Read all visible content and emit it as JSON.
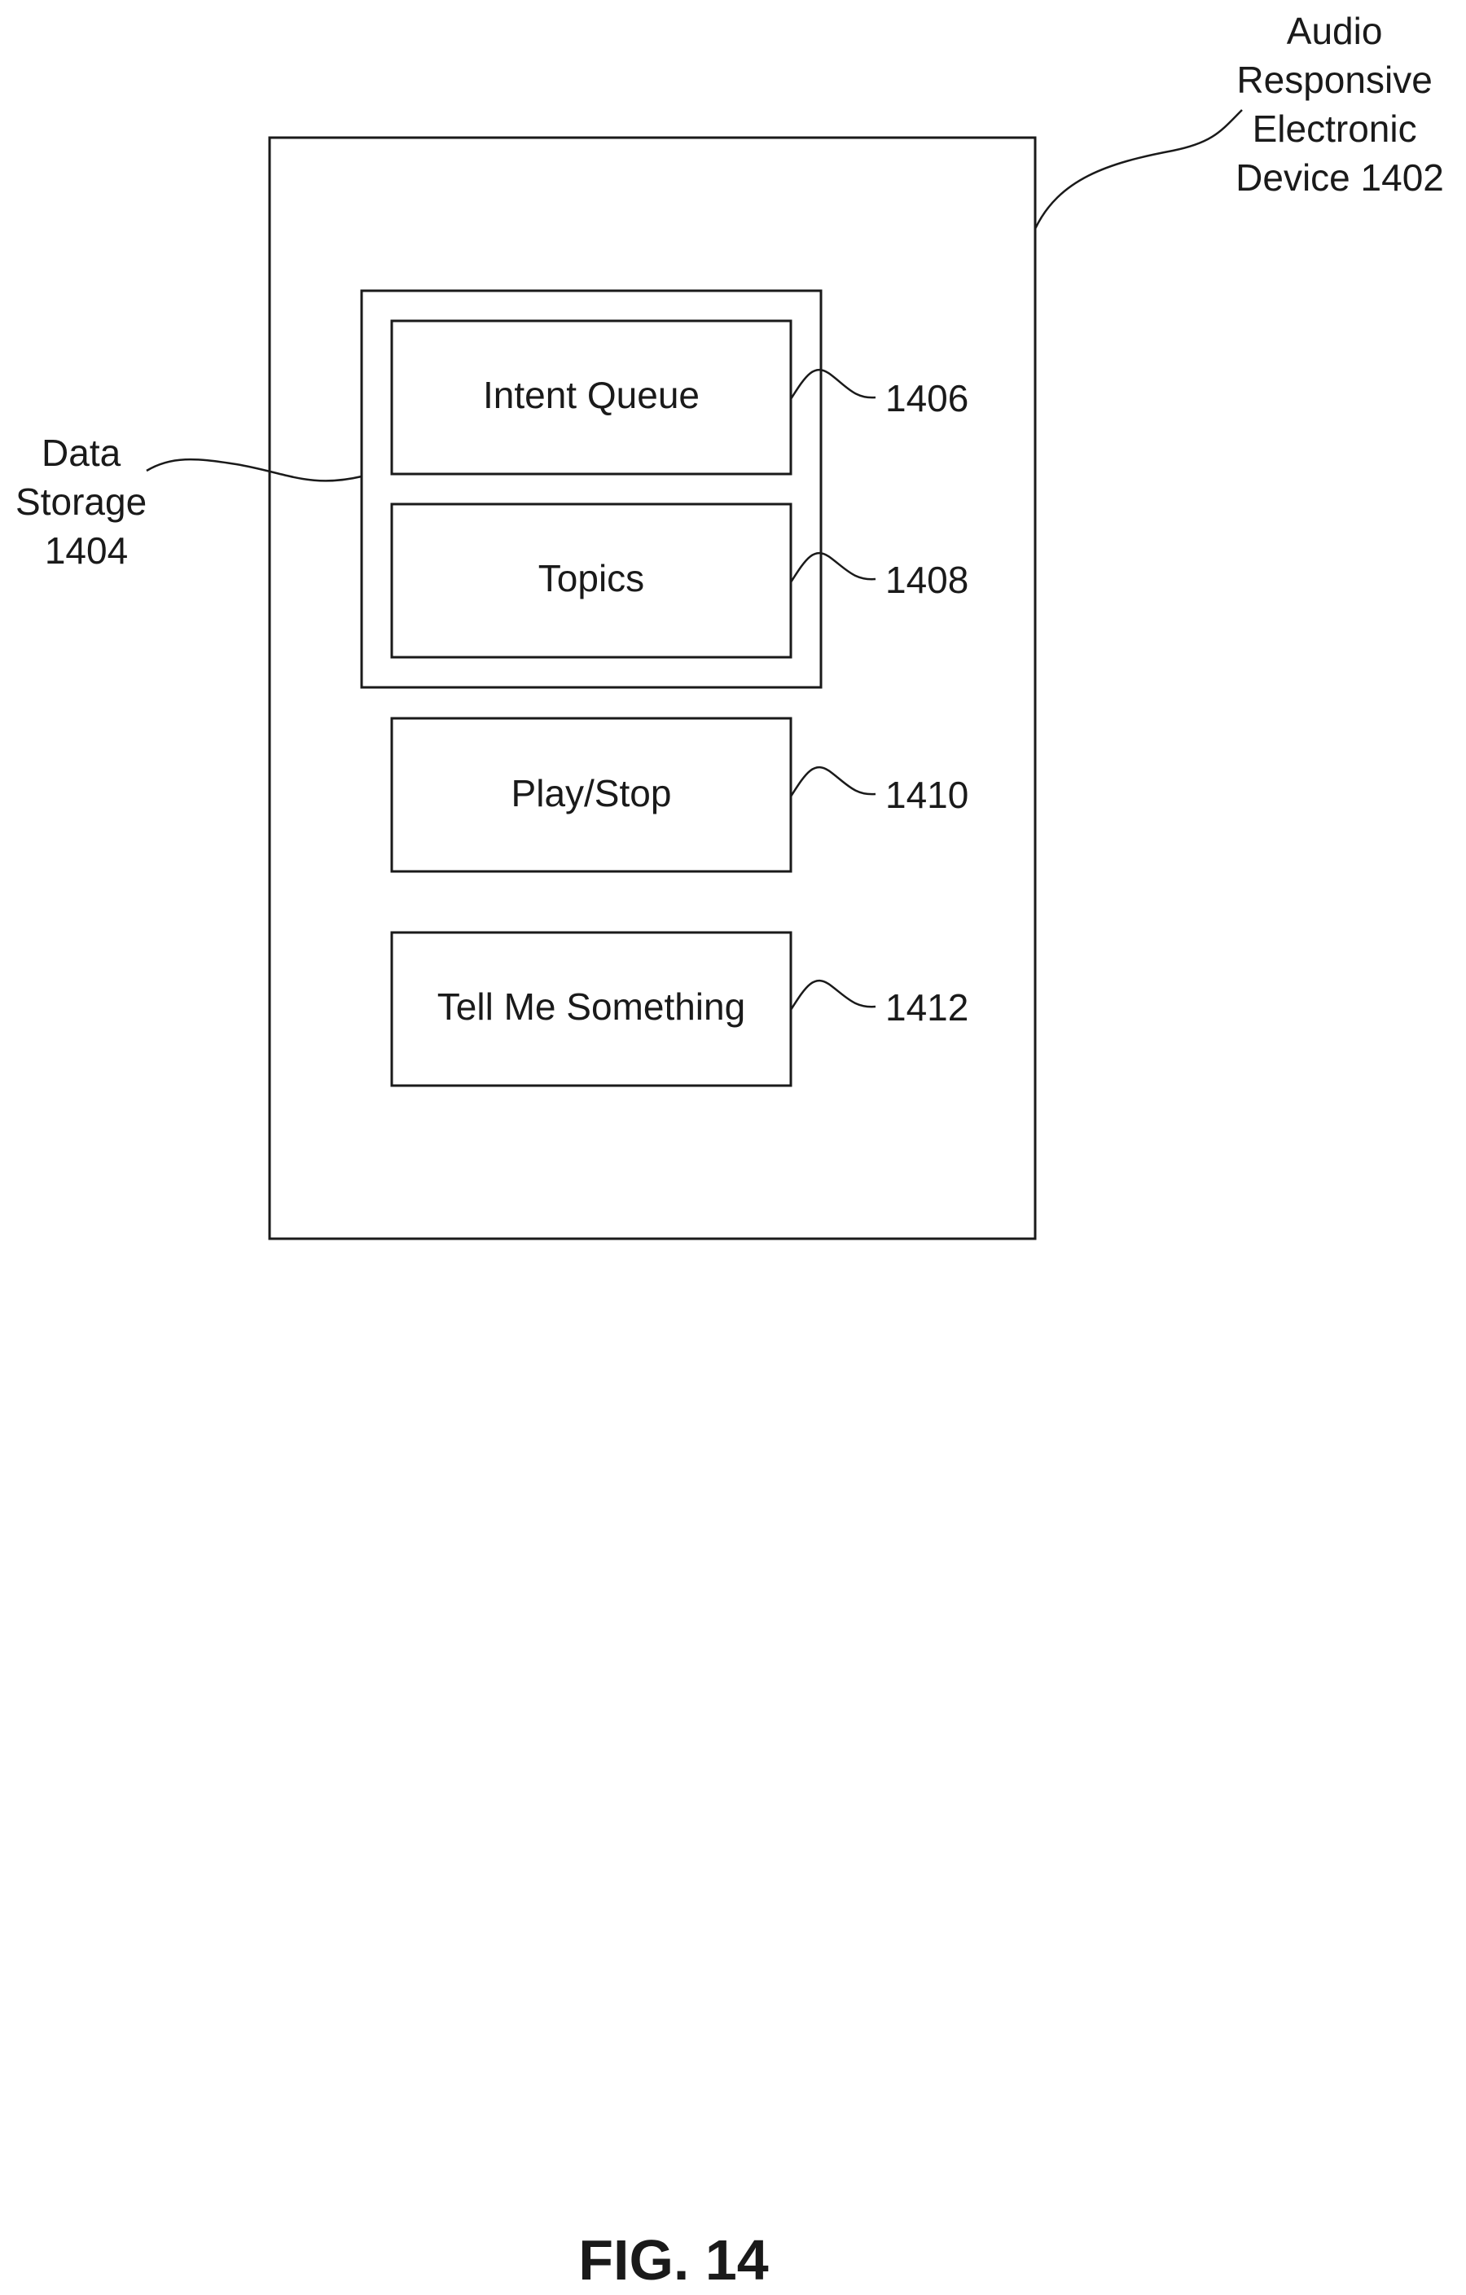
{
  "device": {
    "label_lines": [
      "Audio",
      "Responsive",
      "Electronic",
      "Device 1402"
    ]
  },
  "data_storage": {
    "label_lines": [
      "Data",
      "Storage",
      "1404"
    ]
  },
  "components": [
    {
      "label": "Intent Queue",
      "ref": "1406"
    },
    {
      "label": "Topics",
      "ref": "1408"
    },
    {
      "label": "Play/Stop",
      "ref": "1410"
    },
    {
      "label": "Tell Me Something",
      "ref": "1412"
    }
  ],
  "figure_label": "FIG. 14"
}
